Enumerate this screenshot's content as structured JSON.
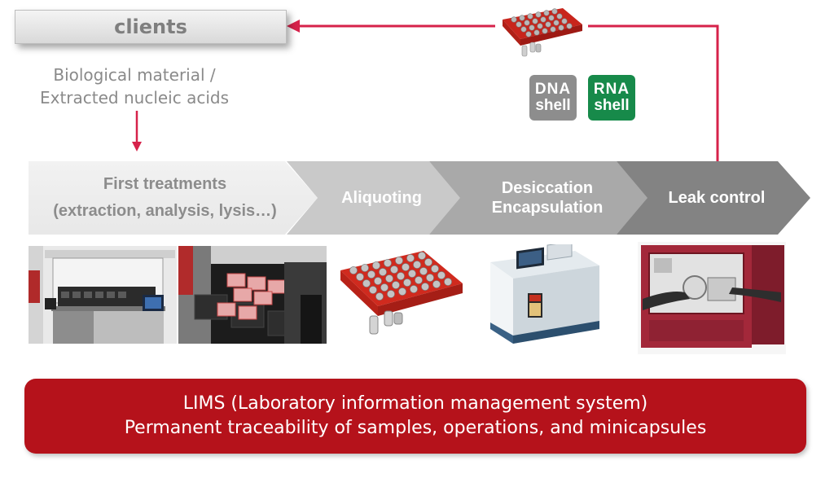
{
  "clients": {
    "label": "clients"
  },
  "input": {
    "line1": "Biological material /",
    "line2": "Extracted nucleic acids"
  },
  "steps": [
    {
      "line1": "First treatments",
      "line2": "(extraction, analysis, lysis…)"
    },
    {
      "line1": "Aliquoting"
    },
    {
      "line1": "Desiccation",
      "line2": "Encapsulation"
    },
    {
      "line1": "Leak control"
    }
  ],
  "logos": {
    "dna": {
      "line1": "DNA",
      "line2": "shell"
    },
    "rna": {
      "line1": "RNA",
      "line2": "shell"
    }
  },
  "lims": {
    "line1": "LIMS (Laboratory information management system)",
    "line2": "Permanent traceability  of samples, operations, and minicapsules"
  },
  "colors": {
    "accent_red": "#b5121b",
    "arrow_red": "#d6224a",
    "dna_grey": "#8d8d8d",
    "rna_green": "#178a4a"
  },
  "icons": [
    "arrow-left-icon",
    "arrow-down-icon",
    "capsule-tray-icon"
  ]
}
